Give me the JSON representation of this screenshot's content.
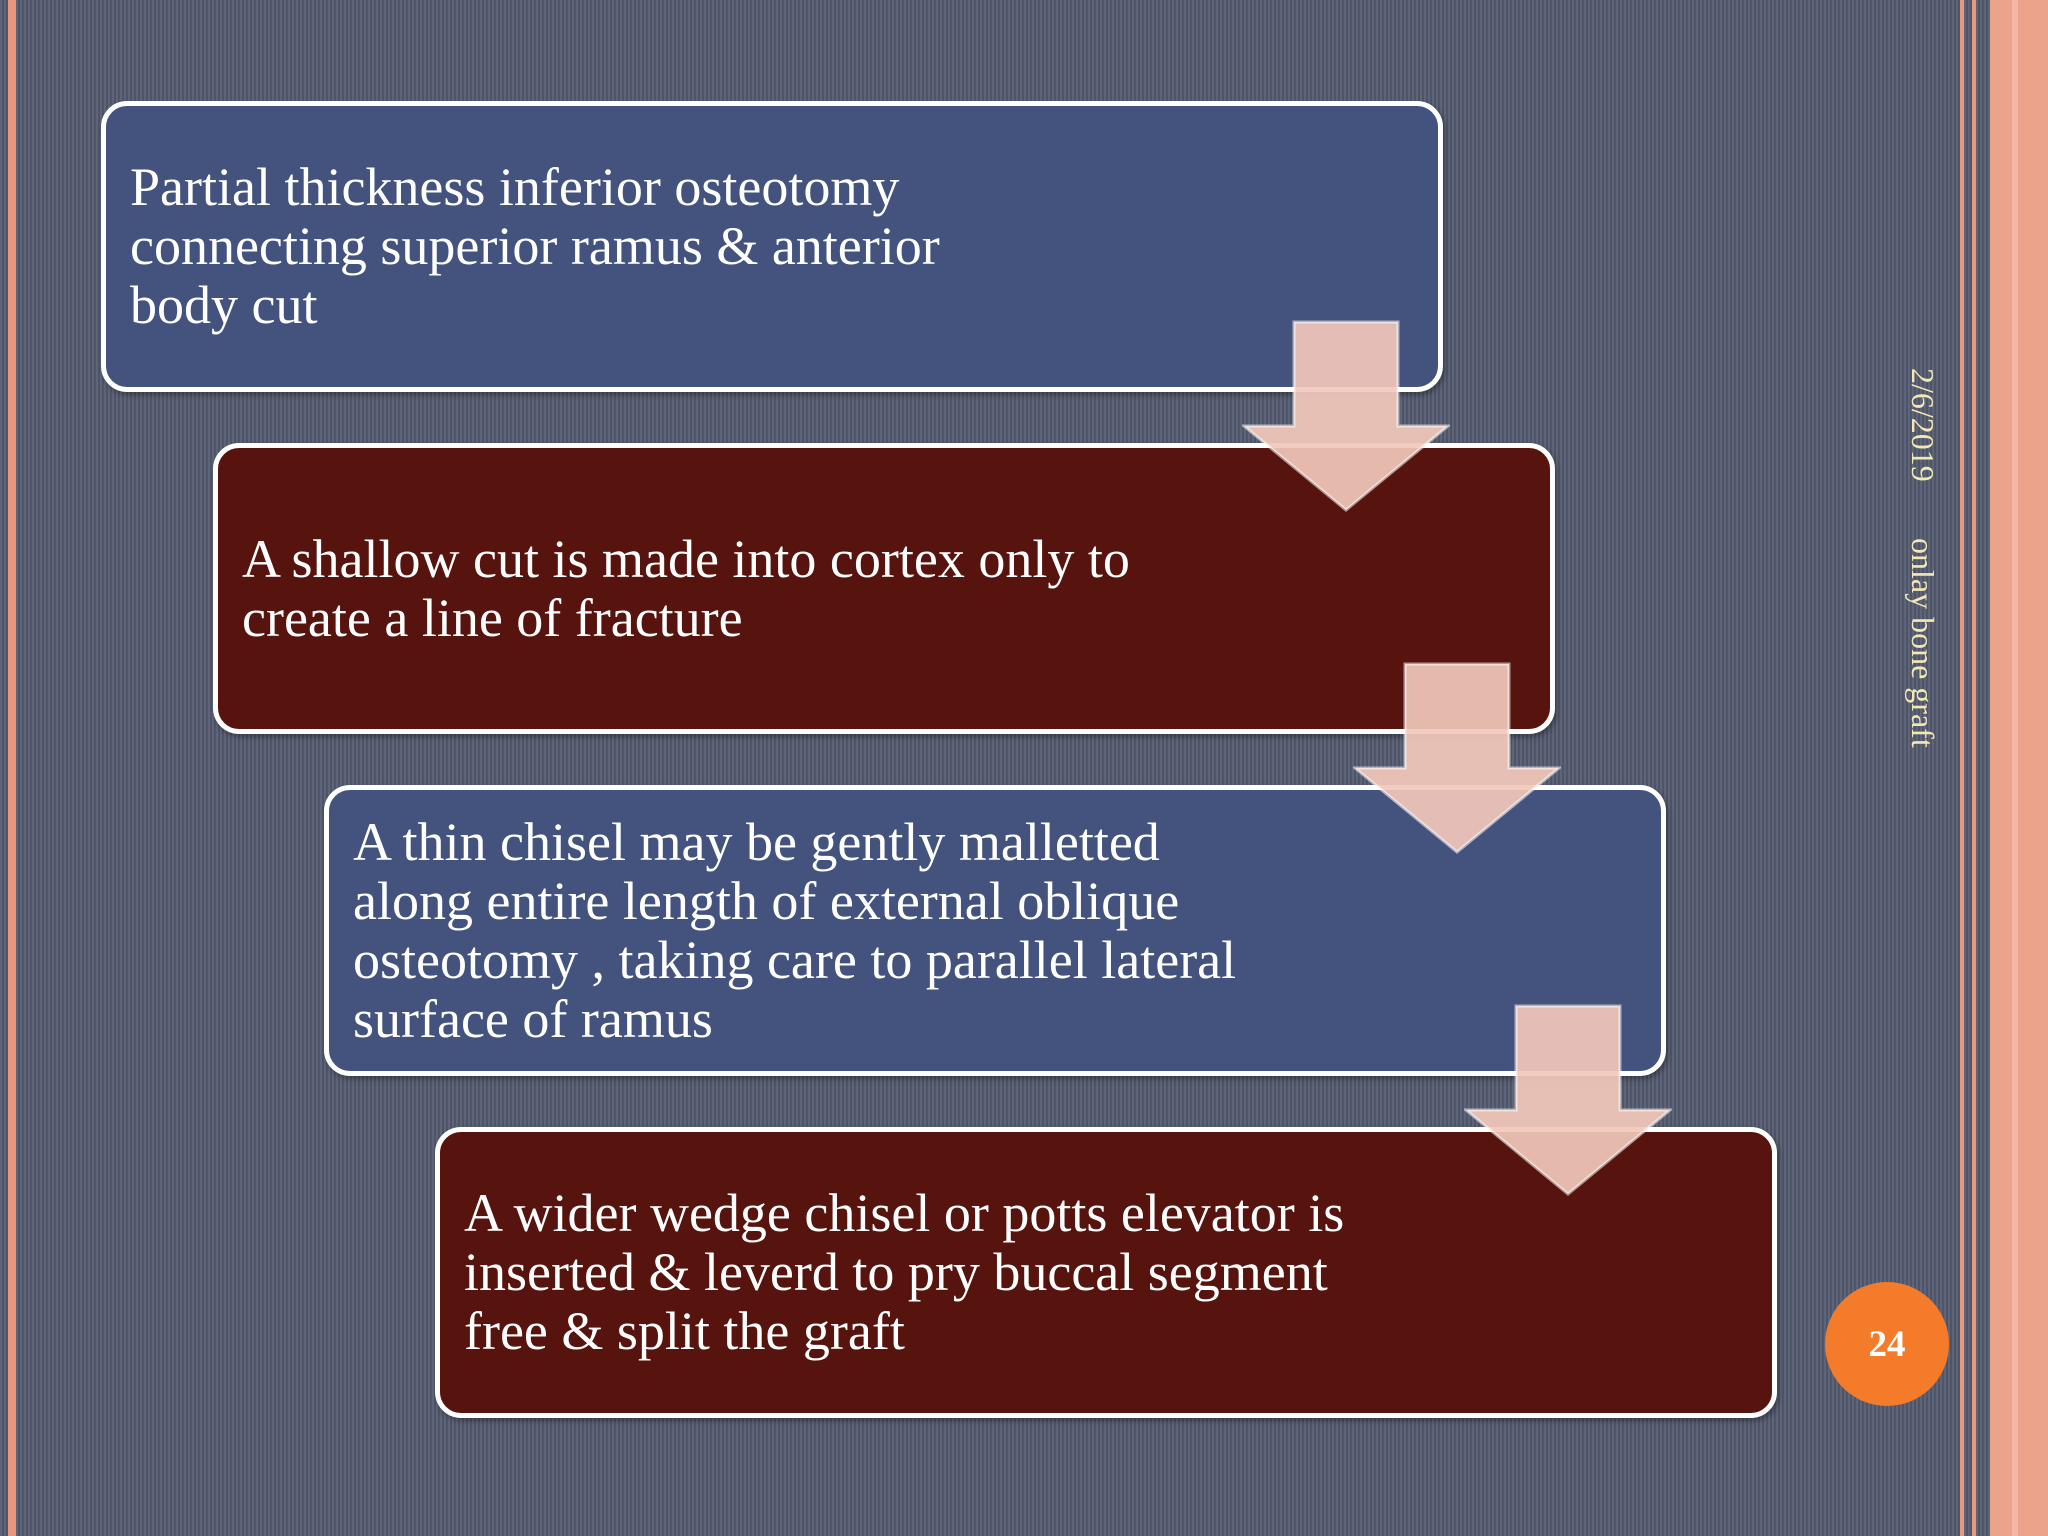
{
  "slide": {
    "date": "2/6/2019",
    "footer": "onlay bone graft",
    "page_number": "24"
  },
  "steps": [
    {
      "text": "Partial thickness inferior osteotomy connecting superior ramus & anterior body cut",
      "color": "#43537e"
    },
    {
      "text": "A shallow cut is made into cortex only to create a line of fracture",
      "color": "#57140e"
    },
    {
      "text": "A thin chisel may be gently malletted along entire length of external oblique osteotomy , taking care to parallel lateral surface of ramus",
      "color": "#43537e"
    },
    {
      "text": "A wider wedge chisel or potts elevator is inserted & leverd to pry buccal segment free & split the graft",
      "color": "#57140e"
    }
  ],
  "colors": {
    "background": "#565c71",
    "border_stripes": "#e8967c",
    "arrow_fill": "#f2c8bb",
    "page_badge": "#f47b2a",
    "side_text": "#f3e7b5"
  }
}
